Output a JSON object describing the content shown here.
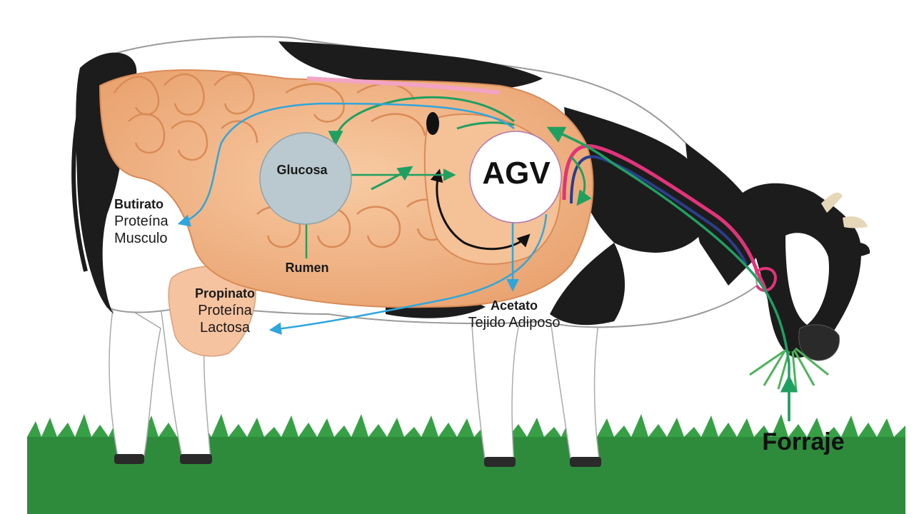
{
  "nodes": {
    "glucosa": "Glucosa",
    "agv": "AGV",
    "rumen": "Rumen",
    "forraje": "Forraje"
  },
  "outputs": {
    "butirato": {
      "title": "Butirato",
      "line1": "Proteína",
      "line2": "Musculo"
    },
    "propinato": {
      "title": "Propinato",
      "line1": "Proteína",
      "line2": "Lactosa"
    },
    "acetato": {
      "title": "Acetato",
      "line1": "Tejido Adiposo"
    }
  },
  "colors": {
    "cow_black": "#1c1c1c",
    "cow_white": "#ffffff",
    "gut_peach": "#f3b98a",
    "gut_peach_dark": "#e8a070",
    "grass": "#2e8b3c",
    "green_arrow": "#1fa061",
    "blue_arrow": "#2fa6dc",
    "pink_tube": "#e0347a",
    "navy_tube": "#2b3e8c",
    "glucosa_fill": "#b9c9cf"
  }
}
